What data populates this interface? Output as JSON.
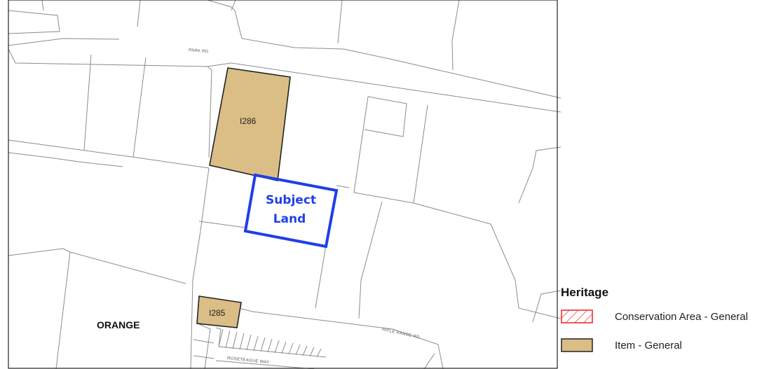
{
  "map": {
    "roads": {
      "park_rd": "PARK RD",
      "rifle_range_rd": "RIFLE RANGE RD",
      "roseteague_way": "ROSETEAGUE WAY"
    },
    "suburb": "ORANGE",
    "subject_land": {
      "line1": "Subject",
      "line2": "Land",
      "color": "#1f3fe8"
    },
    "items": [
      {
        "id": "I286",
        "fill": "#dbbd86"
      },
      {
        "id": "I285",
        "fill": "#dbbd86"
      }
    ]
  },
  "legend": {
    "title": "Heritage",
    "entries": [
      {
        "label": "Conservation Area - General",
        "swatch": "red-hatch"
      },
      {
        "label": "Item - General",
        "swatch": "tan-fill",
        "color": "#dbbd86"
      }
    ]
  }
}
